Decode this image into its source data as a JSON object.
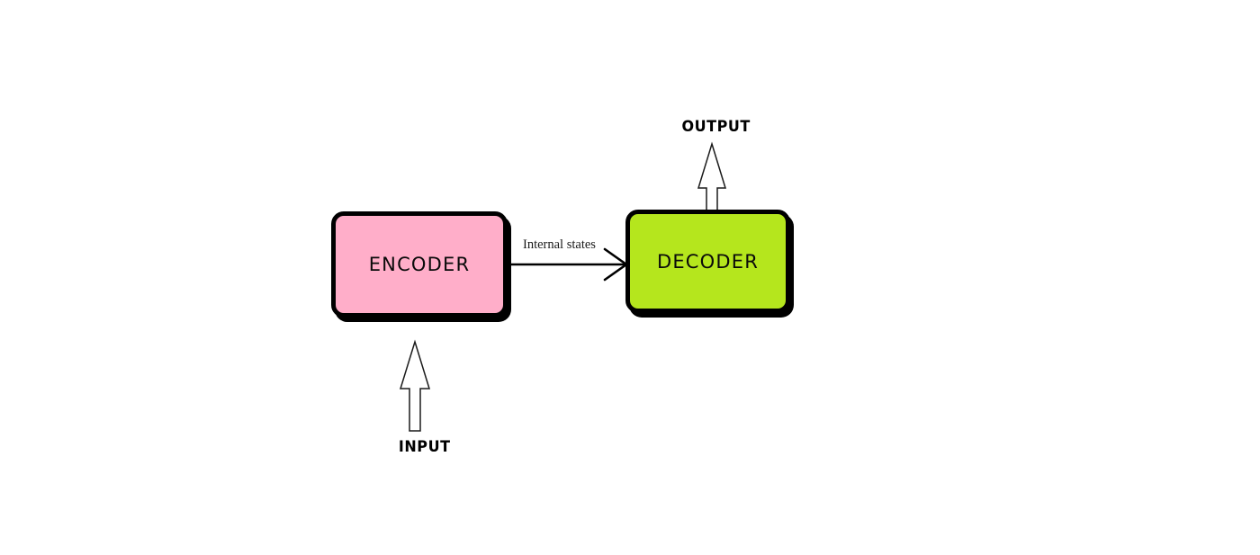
{
  "diagram": {
    "type": "flow-diagram",
    "background_color": "#ffffff",
    "title_visible": false,
    "nodes": [
      {
        "id": "encoder",
        "label": "ENCODER",
        "fill_color": "#FFAEC9",
        "border_color": "#000000",
        "shape": "rounded-rectangle"
      },
      {
        "id": "decoder",
        "label": "DECODER",
        "fill_color": "#B5E61D",
        "border_color": "#000000",
        "shape": "rounded-rectangle"
      }
    ],
    "edges": [
      {
        "id": "encoder-to-decoder",
        "label": "Internal states",
        "from": "encoder",
        "to": "decoder",
        "style": "solid-line-open-arrow",
        "color": "#000000"
      },
      {
        "id": "input-to-encoder",
        "label": "INPUT",
        "to": "encoder",
        "style": "hollow-block-arrow-up",
        "fill_color": "#ffffff",
        "outline_color": "#000000"
      },
      {
        "id": "decoder-to-output",
        "label": "OUTPUT",
        "from": "decoder",
        "style": "hollow-block-arrow-up",
        "fill_color": "#ffffff",
        "outline_color": "#000000"
      }
    ],
    "labels": {
      "input": "INPUT",
      "output": "OUTPUT",
      "internal_states": "Internal states"
    }
  }
}
